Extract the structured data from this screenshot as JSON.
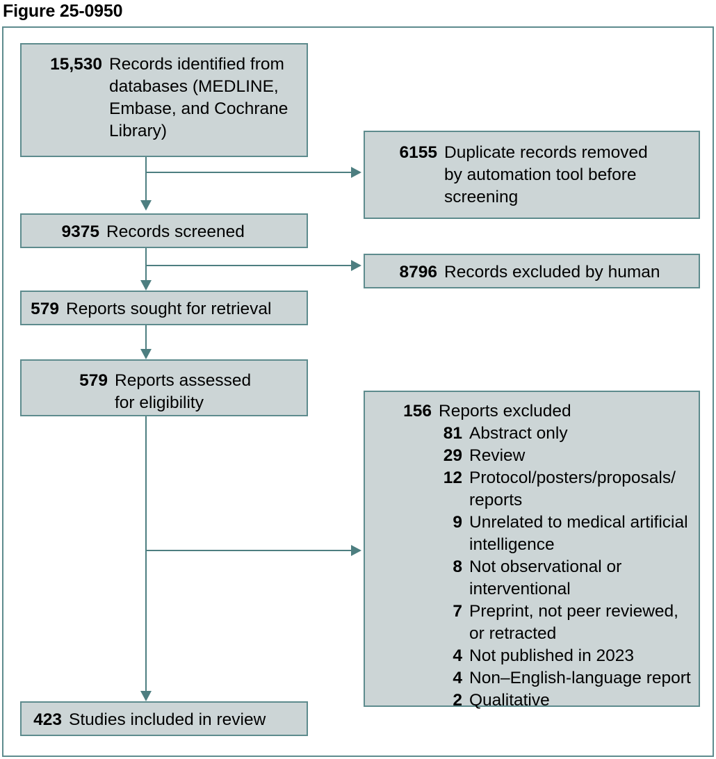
{
  "figure": {
    "title": "Figure 25-0950",
    "type": "prisma-flow-diagram"
  },
  "colors": {
    "box_fill": "#ccd5d6",
    "box_border": "#5d8b8d",
    "connector": "#4d7e80",
    "text": "#000000",
    "background": "#ffffff"
  },
  "boxes": {
    "identified": {
      "count": "15,530",
      "label": "Records identified from\ndatabases (MEDLINE,\nEmbase, and Cochrane\nLibrary)"
    },
    "duplicates_removed": {
      "count": "6155",
      "label": "Duplicate records removed\nby automation tool before\nscreening"
    },
    "records_screened": {
      "count": "9375",
      "label": "Records screened"
    },
    "records_excluded_human": {
      "count": "8796",
      "label": "Records excluded by human"
    },
    "reports_sought": {
      "count": "579",
      "label": "Reports sought for retrieval"
    },
    "reports_assessed": {
      "count": "579",
      "label": "Reports assessed\nfor eligibility"
    },
    "reports_excluded": {
      "count": "156",
      "label": "Reports excluded",
      "reasons": [
        {
          "count": "81",
          "label": "Abstract only"
        },
        {
          "count": "29",
          "label": "Review"
        },
        {
          "count": "12",
          "label": "Protocol/posters/proposals/\nreports"
        },
        {
          "count": "9",
          "label": "Unrelated to medical artificial\nintelligence"
        },
        {
          "count": "8",
          "label": "Not observational or\ninterventional"
        },
        {
          "count": "7",
          "label": "Preprint, not peer reviewed,\nor retracted"
        },
        {
          "count": "4",
          "label": "Not published in 2023"
        },
        {
          "count": "4",
          "label": "Non–English-language report"
        },
        {
          "count": "2",
          "label": "Qualitative"
        }
      ]
    },
    "studies_included": {
      "count": "423",
      "label": "Studies included in review"
    }
  },
  "chart_data": {
    "type": "diagram",
    "title": "Figure 25-0950",
    "diagram_kind": "PRISMA flow diagram",
    "nodes": [
      {
        "id": "identified",
        "count": 15530,
        "text": "Records identified from databases (MEDLINE, Embase, and Cochrane Library)",
        "column": "main"
      },
      {
        "id": "duplicates_removed",
        "count": 6155,
        "text": "Duplicate records removed by automation tool before screening",
        "column": "side"
      },
      {
        "id": "records_screened",
        "count": 9375,
        "text": "Records screened",
        "column": "main"
      },
      {
        "id": "records_excluded_human",
        "count": 8796,
        "text": "Records excluded by human",
        "column": "side"
      },
      {
        "id": "reports_sought",
        "count": 579,
        "text": "Reports sought for retrieval",
        "column": "main"
      },
      {
        "id": "reports_assessed",
        "count": 579,
        "text": "Reports assessed for eligibility",
        "column": "main"
      },
      {
        "id": "reports_excluded",
        "count": 156,
        "text": "Reports excluded",
        "column": "side"
      },
      {
        "id": "studies_included",
        "count": 423,
        "text": "Studies included in review",
        "column": "main"
      }
    ],
    "edges": [
      {
        "from": "identified",
        "to": "records_screened",
        "kind": "down"
      },
      {
        "from": "identified",
        "to": "duplicates_removed",
        "kind": "right"
      },
      {
        "from": "records_screened",
        "to": "reports_sought",
        "kind": "down"
      },
      {
        "from": "records_screened",
        "to": "records_excluded_human",
        "kind": "right"
      },
      {
        "from": "reports_sought",
        "to": "reports_assessed",
        "kind": "down"
      },
      {
        "from": "reports_assessed",
        "to": "studies_included",
        "kind": "down"
      },
      {
        "from": "reports_assessed",
        "to": "reports_excluded",
        "kind": "right"
      }
    ],
    "exclusion_breakdown": {
      "total": 156,
      "categories": [
        "Abstract only",
        "Review",
        "Protocol/posters/proposals/reports",
        "Unrelated to medical artificial intelligence",
        "Not observational or interventional",
        "Preprint, not peer reviewed, or retracted",
        "Not published in 2023",
        "Non–English-language report",
        "Qualitative"
      ],
      "values": [
        81,
        29,
        12,
        9,
        8,
        7,
        4,
        4,
        2
      ]
    }
  }
}
